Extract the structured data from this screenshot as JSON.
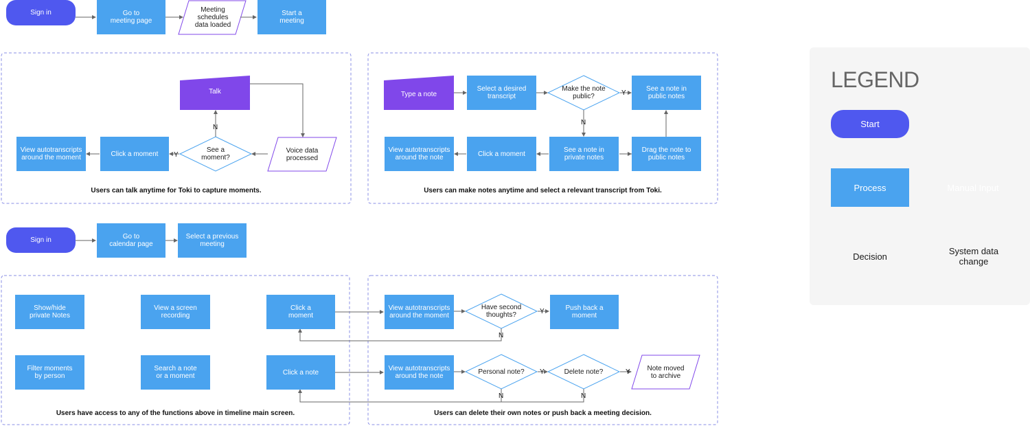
{
  "colors": {
    "process": "#4aa3ef",
    "start": "#4f58ef",
    "manual": "#8047ea",
    "decision_stroke": "#4aa3ef",
    "system_stroke": "#8047ea",
    "group_border": "#8a8fe6",
    "edge": "#666666"
  },
  "nodes": {
    "signin1": "Sign in",
    "meeting_page": "Go to\nmeeting page",
    "schedules": "Meeting\nschedules\ndata loaded",
    "start_meeting": "Start a\nmeeting",
    "talk": "Talk",
    "voice": "Voice data\nprocessed",
    "see_moment": "See a\nmoment?",
    "click_moment1": "Click a moment",
    "view_auto_moment1": "View autotranscripts\naround the moment",
    "type_note": "Type a note",
    "select_transcript": "Select a desired\ntranscript",
    "make_public": "Make the note\npublic?",
    "see_public": "See a note in\npublic notes",
    "drag_note": "Drag the note to\npublic notes",
    "see_private": "See a note in\nprivate notes",
    "click_moment2": "Click a moment",
    "view_auto_note1": "View autotranscripts\naround the note",
    "signin2": "Sign in",
    "calendar_page": "Go to\ncalendar page",
    "prev_meeting": "Select a previous\nmeeting",
    "show_hide": "Show/hide\nprivate Notes",
    "screen_rec": "View a screen\nrecording",
    "click_moment3": "Click a\nmoment",
    "filter": "Filter moments\nby person",
    "search": "Search a note\nor a moment",
    "click_note": "Click a note",
    "view_auto_moment2": "View autotranscripts\naround the moment",
    "second_thoughts": "Have second\nthoughts?",
    "push_back": "Push back a\nmoment",
    "view_auto_note2": "View autotranscripts\naround the note",
    "personal_note": "Personal note?",
    "delete_note": "Delete note?",
    "note_archive": "Note moved\nto archive"
  },
  "edge_labels": {
    "yes": "Y",
    "no": "N"
  },
  "groups": {
    "g1": "Users can talk anytime for Toki to capture moments.",
    "g2": "Users can make notes anytime and select a relevant transcript from Toki.",
    "g3": "Users have access to any of the functions above in timeline main screen.",
    "g4": "Users can delete their own notes or push back a meeting decision."
  },
  "legend": {
    "title": "LEGEND",
    "start": "Start",
    "process": "Process",
    "manual": "Manual Input",
    "decision": "Decision",
    "system": "System data\nchange"
  }
}
